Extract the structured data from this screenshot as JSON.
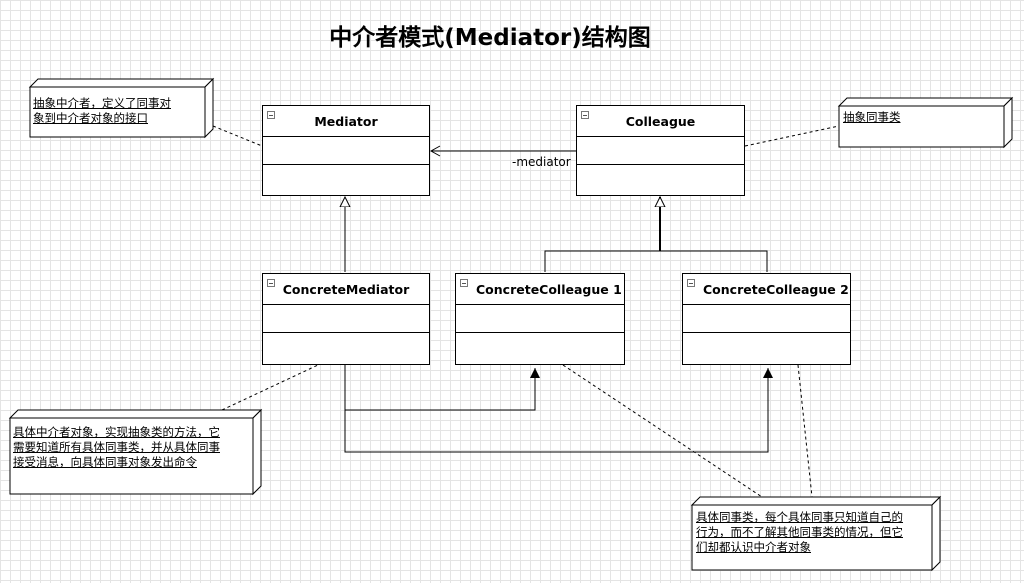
{
  "title": "中介者模式(Mediator)结构图",
  "classes": {
    "mediator": "Mediator",
    "colleague": "Colleague",
    "concrete_mediator": "ConcreteMediator",
    "concrete_colleague_1": "ConcreteColleague 1",
    "concrete_colleague_2": "ConcreteColleague 2"
  },
  "association_label": "-mediator",
  "notes": {
    "mediator_note": [
      "抽象中介者，定义了同事对",
      "象到中介者对象的接口"
    ],
    "colleague_note": [
      "抽象同事类"
    ],
    "concrete_mediator_note": [
      "具体中介者对象，实现抽象类的方法，它",
      "需要知道所有具体同事类，并从具体同事",
      "接受消息，向具体同事对象发出命令"
    ],
    "concrete_colleague_note": [
      "具体同事类，每个具体同事只知道自己的",
      "行为，而不了解其他同事类的情况，但它",
      "们却都认识中介者对象"
    ]
  }
}
